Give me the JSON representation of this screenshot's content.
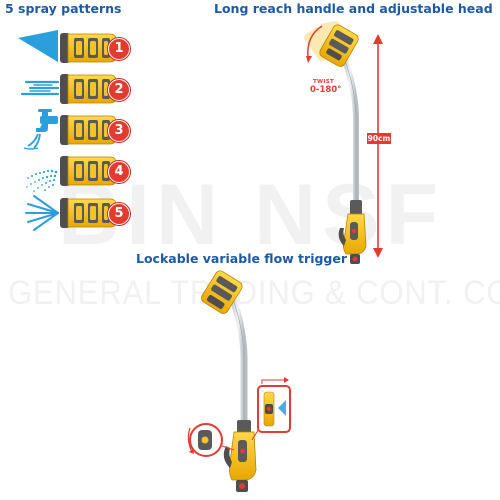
{
  "headings": {
    "spray_patterns": "5 spray patterns",
    "long_reach": "Long reach handle and adjustable head",
    "trigger": "Lockable variable flow trigger"
  },
  "spray_items": [
    {
      "number": "1",
      "pattern": "cone-spray-icon"
    },
    {
      "number": "2",
      "pattern": "jet-spray-icon"
    },
    {
      "number": "3",
      "pattern": "tap-flow-icon"
    },
    {
      "number": "4",
      "pattern": "mist-spray-icon"
    },
    {
      "number": "5",
      "pattern": "shower-fan-icon"
    }
  ],
  "labels": {
    "twist": "TWIST",
    "twist_range": "0-180°",
    "length": "90cm"
  },
  "watermark": {
    "brand": "BIN NSF",
    "company": "GENERAL TRADING & CONT. CO."
  },
  "colors": {
    "heading_blue": "#1d5aa6",
    "accent_red": "#e23b30",
    "body_yellow": "#f4c32a",
    "spray_blue": "#2a9fdc",
    "dark_grey": "#5a5a5a"
  }
}
